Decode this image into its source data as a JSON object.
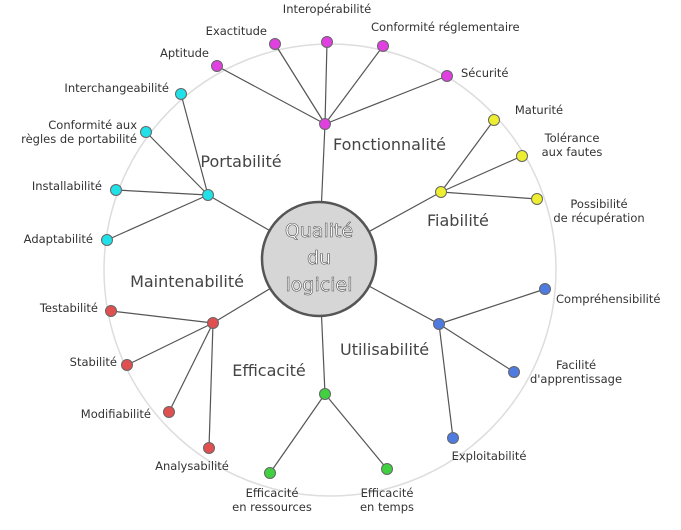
{
  "center": {
    "lines": [
      "Qualité",
      "du",
      "logiciel"
    ]
  },
  "colors": {
    "fonctionnalite": "#e040e0",
    "fiabilite": "#eeee30",
    "utilisabilite": "#4f7ae0",
    "efficacite": "#40d040",
    "maintenabilite": "#e05050",
    "portabilite": "#20e0e8",
    "outer_circle": "#dddddd",
    "hub_fill": "#d6d6d6"
  },
  "branches": [
    {
      "id": "fonctionnalite",
      "label": "Fonctionnalité",
      "leaves": [
        {
          "lines": [
            "Aptitude"
          ]
        },
        {
          "lines": [
            "Exactitude"
          ]
        },
        {
          "lines": [
            "Interopérabilité"
          ]
        },
        {
          "lines": [
            "Conformité réglementaire"
          ]
        },
        {
          "lines": [
            "Sécurité"
          ]
        }
      ]
    },
    {
      "id": "fiabilite",
      "label": "Fiabilité",
      "leaves": [
        {
          "lines": [
            "Maturité"
          ]
        },
        {
          "lines": [
            "Tolérance",
            "aux fautes"
          ]
        },
        {
          "lines": [
            "Possibilité",
            "de récupération"
          ]
        }
      ]
    },
    {
      "id": "utilisabilite",
      "label": "Utilisabilité",
      "leaves": [
        {
          "lines": [
            "Compréhensibilité"
          ]
        },
        {
          "lines": [
            "Facilité",
            "d'apprentissage"
          ]
        },
        {
          "lines": [
            "Exploitabilité"
          ]
        }
      ]
    },
    {
      "id": "efficacite",
      "label": "Efficacité",
      "leaves": [
        {
          "lines": [
            "Efficacité",
            "en ressources"
          ]
        },
        {
          "lines": [
            "Efficacité",
            "en temps"
          ]
        }
      ]
    },
    {
      "id": "maintenabilite",
      "label": "Maintenabilité",
      "leaves": [
        {
          "lines": [
            "Testabilité"
          ]
        },
        {
          "lines": [
            "Stabilité"
          ]
        },
        {
          "lines": [
            "Modifiabilité"
          ]
        },
        {
          "lines": [
            "Analysabilité"
          ]
        }
      ]
    },
    {
      "id": "portabilite",
      "label": "Portabilité",
      "leaves": [
        {
          "lines": [
            "Interchangeabilité"
          ]
        },
        {
          "lines": [
            "Conformité aux",
            "règles de portabilité"
          ]
        },
        {
          "lines": [
            "Installabilité"
          ]
        },
        {
          "lines": [
            "Adaptabilité"
          ]
        }
      ]
    }
  ]
}
